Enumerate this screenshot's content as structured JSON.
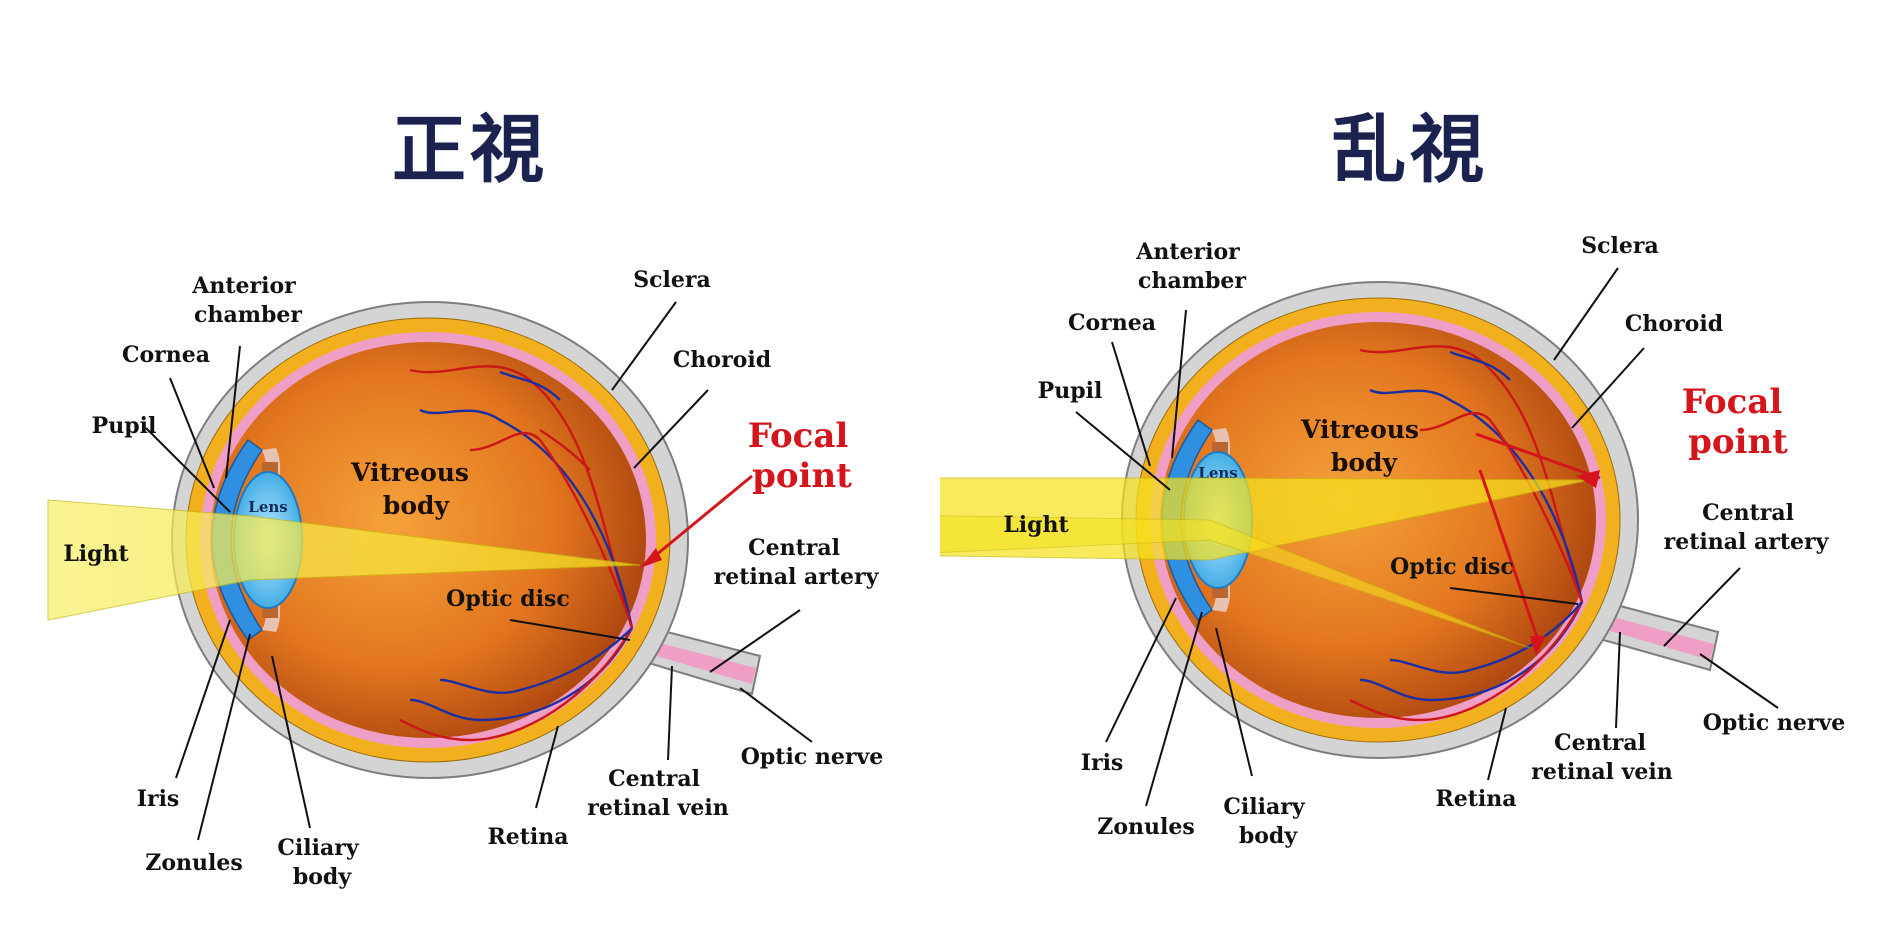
{
  "left": {
    "title": "正視",
    "labels": {
      "anterior_chamber": [
        "Anterior",
        "chamber"
      ],
      "cornea": "Cornea",
      "pupil": "Pupil",
      "light": "Light",
      "lens": "Lens",
      "vitreous": [
        "Vitreous",
        "body"
      ],
      "sclera": "Sclera",
      "choroid": "Choroid",
      "focal": [
        "Focal",
        "point"
      ],
      "artery": [
        "Central",
        "retinal artery"
      ],
      "optic_disc": "Optic disc",
      "optic_nerve": "Optic nerve",
      "vein": [
        "Central",
        "retinal vein"
      ],
      "retina": "Retina",
      "iris": "Iris",
      "zonules": "Zonules",
      "ciliary": [
        "Ciliary",
        "body"
      ]
    }
  },
  "right": {
    "title": "乱視",
    "labels": {
      "anterior_chamber": [
        "Anterior",
        "chamber"
      ],
      "cornea": "Cornea",
      "pupil": "Pupil",
      "light": "Light",
      "lens": "Lens",
      "vitreous": [
        "Vitreous",
        "body"
      ],
      "sclera": "Sclera",
      "choroid": "Choroid",
      "focal": [
        "Focal",
        "point"
      ],
      "artery": [
        "Central",
        "retinal artery"
      ],
      "optic_disc": "Optic disc",
      "optic_nerve": "Optic nerve",
      "vein": [
        "Central",
        "retinal vein"
      ],
      "retina": "Retina",
      "iris": "Iris",
      "zonules": "Zonules",
      "ciliary": [
        "Ciliary",
        "body"
      ]
    }
  },
  "colors": {
    "title": "#1c2250",
    "sclera": "#d4d4d4",
    "choroid": "#f2b01e",
    "retina": "#ef9ec6",
    "vitreous": "#e07a22",
    "lens": "#8fd0f4",
    "light": "#f6ef2a",
    "focal": "#d4151b",
    "artery": "#cc1717",
    "vein": "#1b2fa3"
  }
}
